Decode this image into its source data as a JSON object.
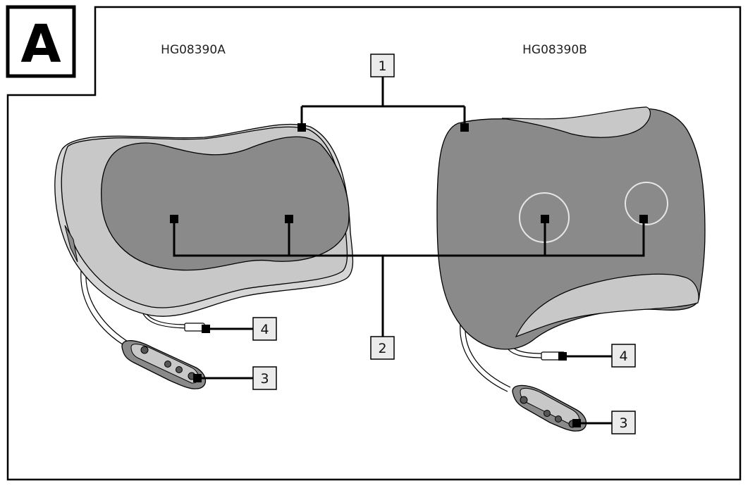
{
  "section_letter": "A",
  "models": {
    "left": "HG08390A",
    "right": "HG08390B"
  },
  "callouts": {
    "c1": "1",
    "c2": "2",
    "c3_left": "3",
    "c4_left": "4",
    "c3_right": "3",
    "c4_right": "4"
  },
  "colors": {
    "line": "#000000",
    "pillow_dark": "#8a8a8a",
    "pillow_light": "#c8c8c8",
    "pillow_lighter": "#d6d6d6",
    "callout_box_fill": "#ebebeb"
  },
  "icons": {
    "massage_node_left_1": "massage-node",
    "massage_node_right_1": "massage-node"
  }
}
